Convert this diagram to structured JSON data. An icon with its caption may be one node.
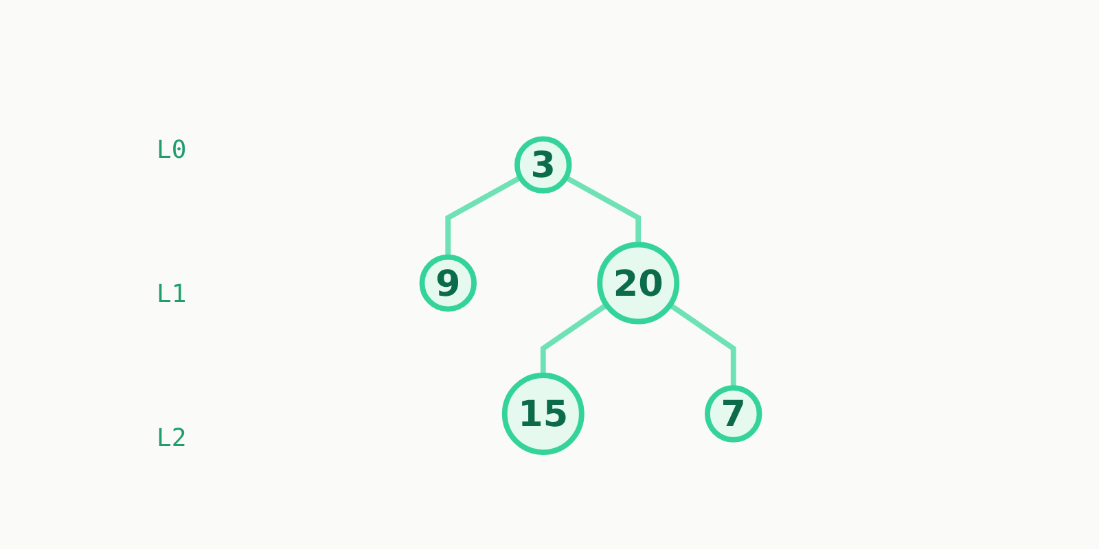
{
  "diagram": {
    "nodes": [
      {
        "text": [
          "3"
        ]
      },
      {
        "text": [
          "9"
        ]
      },
      {
        "text": [
          "20"
        ]
      },
      {
        "text": [
          "15"
        ]
      },
      {
        "text": [
          "7"
        ]
      }
    ],
    "edges": [
      {
        "from": 0,
        "to": 1,
        "arrow": "none"
      },
      {
        "from": 0,
        "to": 2,
        "arrow": "none"
      },
      {
        "from": 2,
        "to": 3,
        "arrow": "none"
      },
      {
        "from": 2,
        "to": 4,
        "arrow": "none"
      }
    ],
    "labels": [
      "L0",
      "L1",
      "L2"
    ]
  }
}
